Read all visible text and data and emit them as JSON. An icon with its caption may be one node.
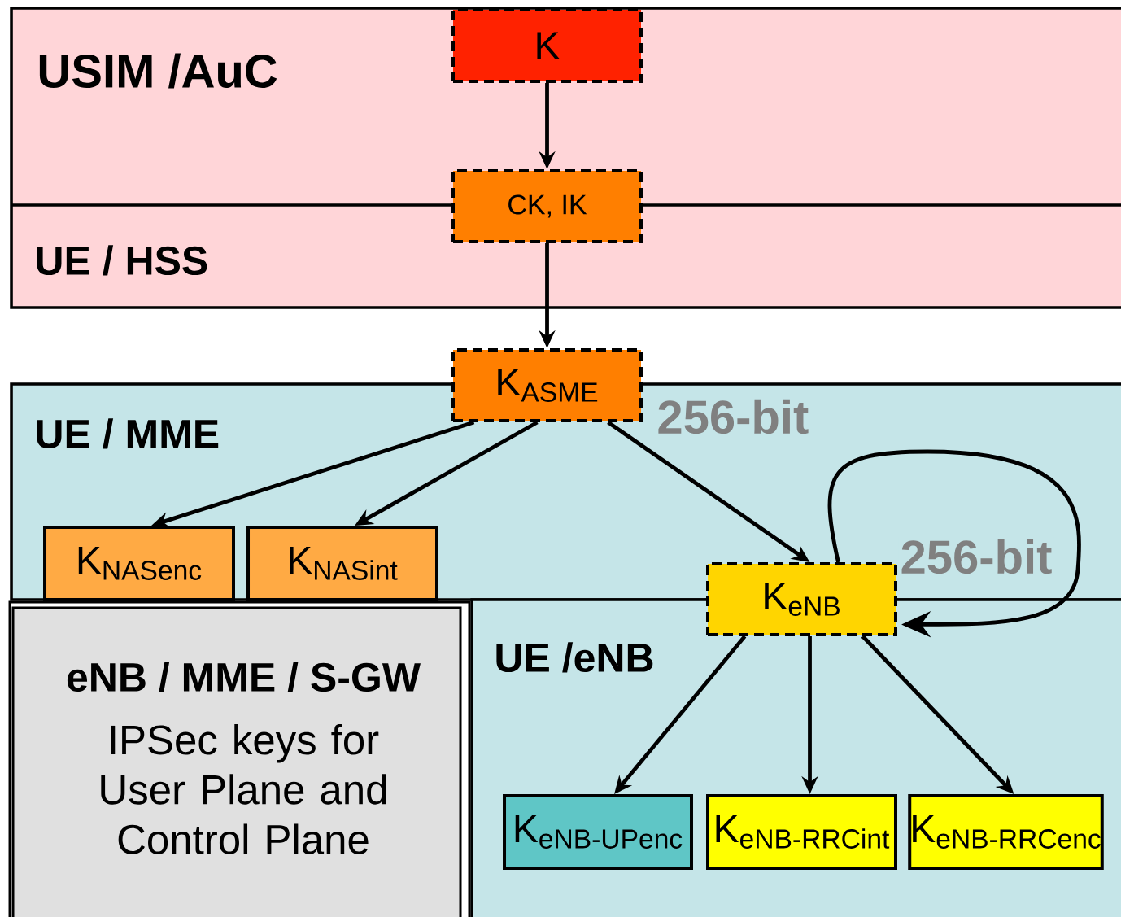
{
  "diagram": {
    "nodes": [
      {
        "text": [
          "USIM /AuC",
          "UE / HSS"
        ]
      },
      {
        "text": [
          "UE / MME"
        ]
      },
      {
        "text": [
          "eNB / MME / S-GW",
          "IPSec keys for User Plane and Control Plane"
        ]
      },
      {
        "text": [
          "UE /eNB"
        ]
      },
      {
        "text": [
          "K"
        ],
        "in": 0
      },
      {
        "text": [
          "CK, IK"
        ],
        "in": 0
      },
      {
        "text": [
          "\\text{K}_{\\text{ASME}}"
        ],
        "beside": [
          "256-bit"
        ]
      },
      {
        "text": [
          "\\text{K}_{\\text{NASenc}}"
        ],
        "in": 1
      },
      {
        "text": [
          "\\text{K}_{\\text{NASint}}"
        ],
        "in": 1
      },
      {
        "text": [
          "\\text{K}_{\\text{eNB}}"
        ]
      },
      {
        "text": [
          "\\text{K}_{\\text{eNB-UPenc}}"
        ],
        "in": 3
      },
      {
        "text": [
          "\\text{K}_{\\text{eNB-RRCint}}"
        ],
        "in": 3
      },
      {
        "text": [
          "\\text{K}_{\\text{eNB-RRCenc}}"
        ],
        "in": 3
      }
    ],
    "edges": [
      {
        "from": 4,
        "to": 5,
        "arrow": "to"
      },
      {
        "from": 5,
        "to": 6,
        "arrow": "to"
      },
      {
        "from": 6,
        "to": 7,
        "arrow": "to"
      },
      {
        "from": 6,
        "to": 8,
        "arrow": "to"
      },
      {
        "from": 6,
        "to": 9,
        "arrow": "to"
      },
      {
        "from": 9,
        "to": 9,
        "arrow": "to",
        "label": "256-bit"
      },
      {
        "from": 9,
        "to": 10,
        "arrow": "to"
      },
      {
        "from": 9,
        "to": 11,
        "arrow": "to"
      },
      {
        "from": 9,
        "to": 12,
        "arrow": "to"
      }
    ]
  }
}
